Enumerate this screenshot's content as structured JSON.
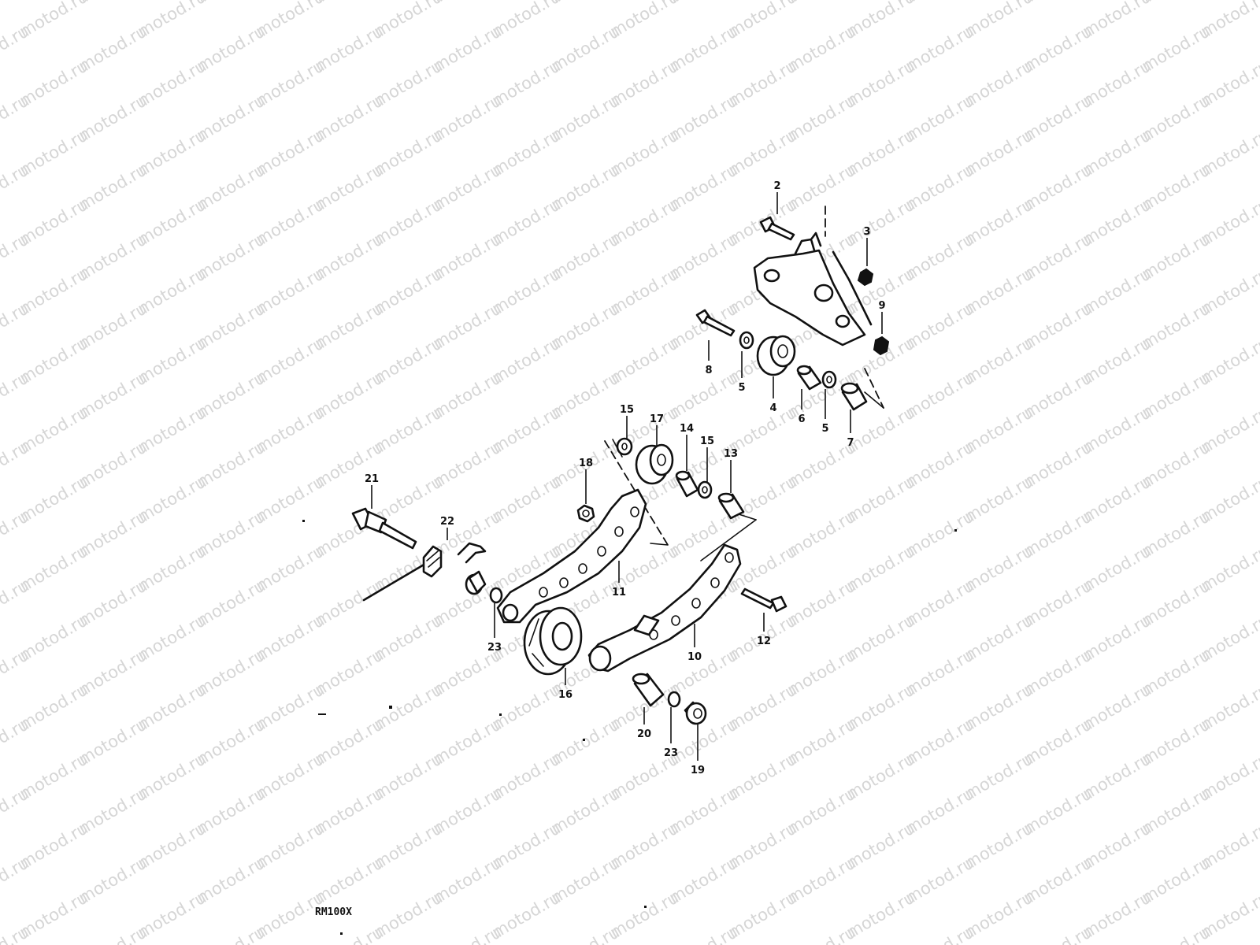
{
  "watermark": {
    "text": "motod.ru"
  },
  "drawing_code": "RM100X",
  "callouts": [
    {
      "id": "c2",
      "label": "2"
    },
    {
      "id": "c3",
      "label": "3"
    },
    {
      "id": "c9",
      "label": "9"
    },
    {
      "id": "c8",
      "label": "8"
    },
    {
      "id": "c5a",
      "label": "5"
    },
    {
      "id": "c4",
      "label": "4"
    },
    {
      "id": "c6",
      "label": "6"
    },
    {
      "id": "c5b",
      "label": "5"
    },
    {
      "id": "c7",
      "label": "7"
    },
    {
      "id": "c15a",
      "label": "15"
    },
    {
      "id": "c17",
      "label": "17"
    },
    {
      "id": "c14",
      "label": "14"
    },
    {
      "id": "c15b",
      "label": "15"
    },
    {
      "id": "c13",
      "label": "13"
    },
    {
      "id": "c18",
      "label": "18"
    },
    {
      "id": "c21",
      "label": "21"
    },
    {
      "id": "c22",
      "label": "22"
    },
    {
      "id": "c11",
      "label": "11"
    },
    {
      "id": "c12",
      "label": "12"
    },
    {
      "id": "c10",
      "label": "10"
    },
    {
      "id": "c23a",
      "label": "23"
    },
    {
      "id": "c16",
      "label": "16"
    },
    {
      "id": "c20",
      "label": "20"
    },
    {
      "id": "c23b",
      "label": "23"
    },
    {
      "id": "c19",
      "label": "19"
    }
  ]
}
